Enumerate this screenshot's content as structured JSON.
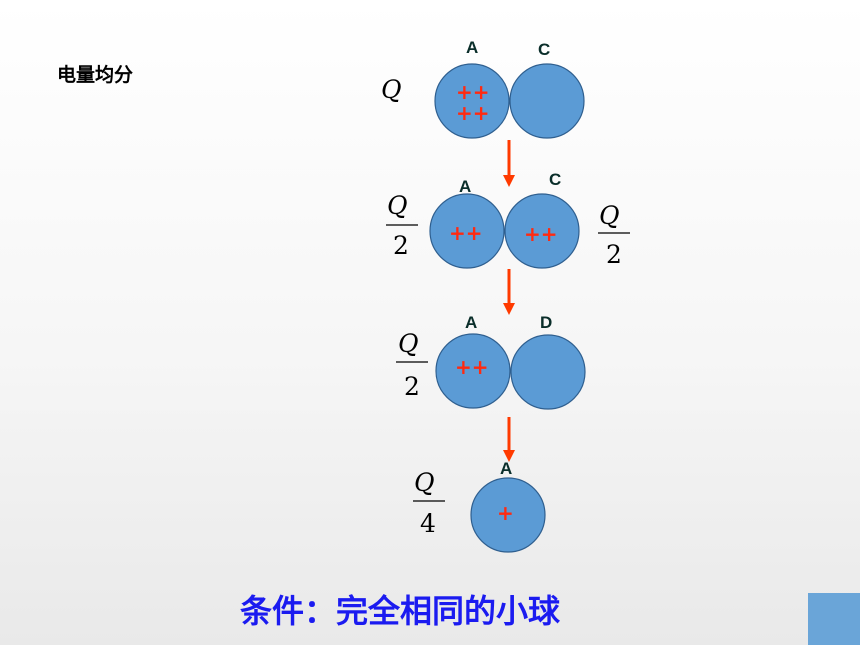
{
  "title": "电量均分",
  "condition": "条件：完全相同的小球",
  "colors": {
    "ball": "#5b9bd5",
    "charge": "#ff2a10",
    "arrow": "#ff3a00",
    "condition_text": "#1b1bf0",
    "corner_box": "#6aa5d8"
  },
  "steps": [
    {
      "charge_label": "Q",
      "balls": [
        {
          "label": "A",
          "charges": [
            "++",
            "++"
          ]
        },
        {
          "label": "C",
          "charges": []
        }
      ]
    },
    {
      "left_fraction": {
        "num": "Q",
        "den": "2"
      },
      "right_fraction": {
        "num": "Q",
        "den": "2"
      },
      "balls": [
        {
          "label": "A",
          "charges": [
            "++"
          ]
        },
        {
          "label": "C",
          "charges": [
            "++"
          ]
        }
      ]
    },
    {
      "left_fraction": {
        "num": "Q",
        "den": "2"
      },
      "balls": [
        {
          "label": "A",
          "charges": [
            "++"
          ]
        },
        {
          "label": "D",
          "charges": []
        }
      ]
    },
    {
      "left_fraction": {
        "num": "Q",
        "den": "4"
      },
      "balls": [
        {
          "label": "A",
          "charges": [
            "+"
          ]
        }
      ]
    }
  ]
}
